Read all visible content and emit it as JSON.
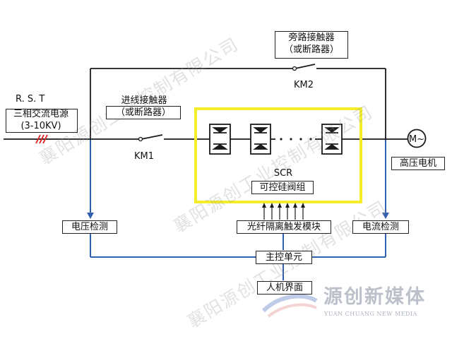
{
  "source": {
    "phases_label": "R.  S. T",
    "name": "三相交流电源",
    "voltage": "(3-10KV)"
  },
  "main_contactor": {
    "title_line1": "进线接触器",
    "title_line2": "（或断路器）",
    "tag": "KM1"
  },
  "bypass_contactor": {
    "title_line1": "旁路接触器",
    "title_line2": "（或断路器）",
    "tag": "KM2"
  },
  "scr": {
    "label": "SCR",
    "name": "可控硅阀组"
  },
  "motor": {
    "symbol": "M~",
    "name": "高压电机"
  },
  "modules": {
    "voltage_detect": "电压检测",
    "fiber_trigger": "光纤隔离触发模块",
    "current_detect": "电流检测",
    "main_control": "主控单元",
    "hmi": "人机界面"
  },
  "watermark": {
    "text": "襄阳源创工业控制有限公司",
    "logo_title": "源创新媒体",
    "logo_subtitle": "YUAN CHUANG NEW MEDIA"
  },
  "colors": {
    "control_wire": "#2f5fb0",
    "power_wire": "#1a1a1a",
    "scr_frame": "#f4ee2a",
    "phase_marks": "#e02020"
  }
}
